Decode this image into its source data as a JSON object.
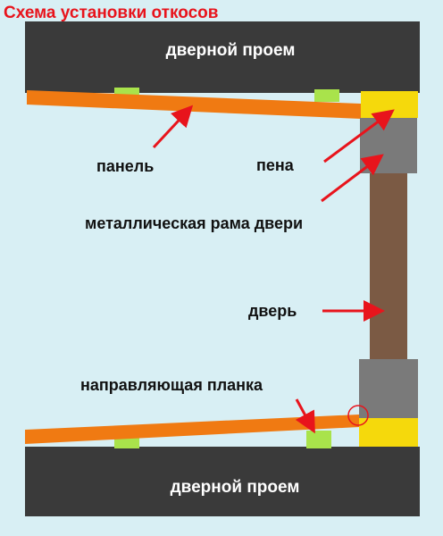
{
  "title": "Схема установки откосов",
  "top_opening": {
    "label": "дверной проем"
  },
  "bottom_opening": {
    "label": "дверной проем"
  },
  "labels": {
    "panel": "панель",
    "foam": "пена",
    "metal_frame": "металлическая рама двери",
    "door": "дверь",
    "guide_strip": "направляющая планка"
  },
  "colors": {
    "background": "#d8eff4",
    "opening": "#3a3a3a",
    "panel": "#f07a12",
    "foam": "#f5d90c",
    "frame": "#7a7a7a",
    "door": "#7b5a44",
    "guide": "#a9e34b",
    "arrow": "#e8141c"
  }
}
